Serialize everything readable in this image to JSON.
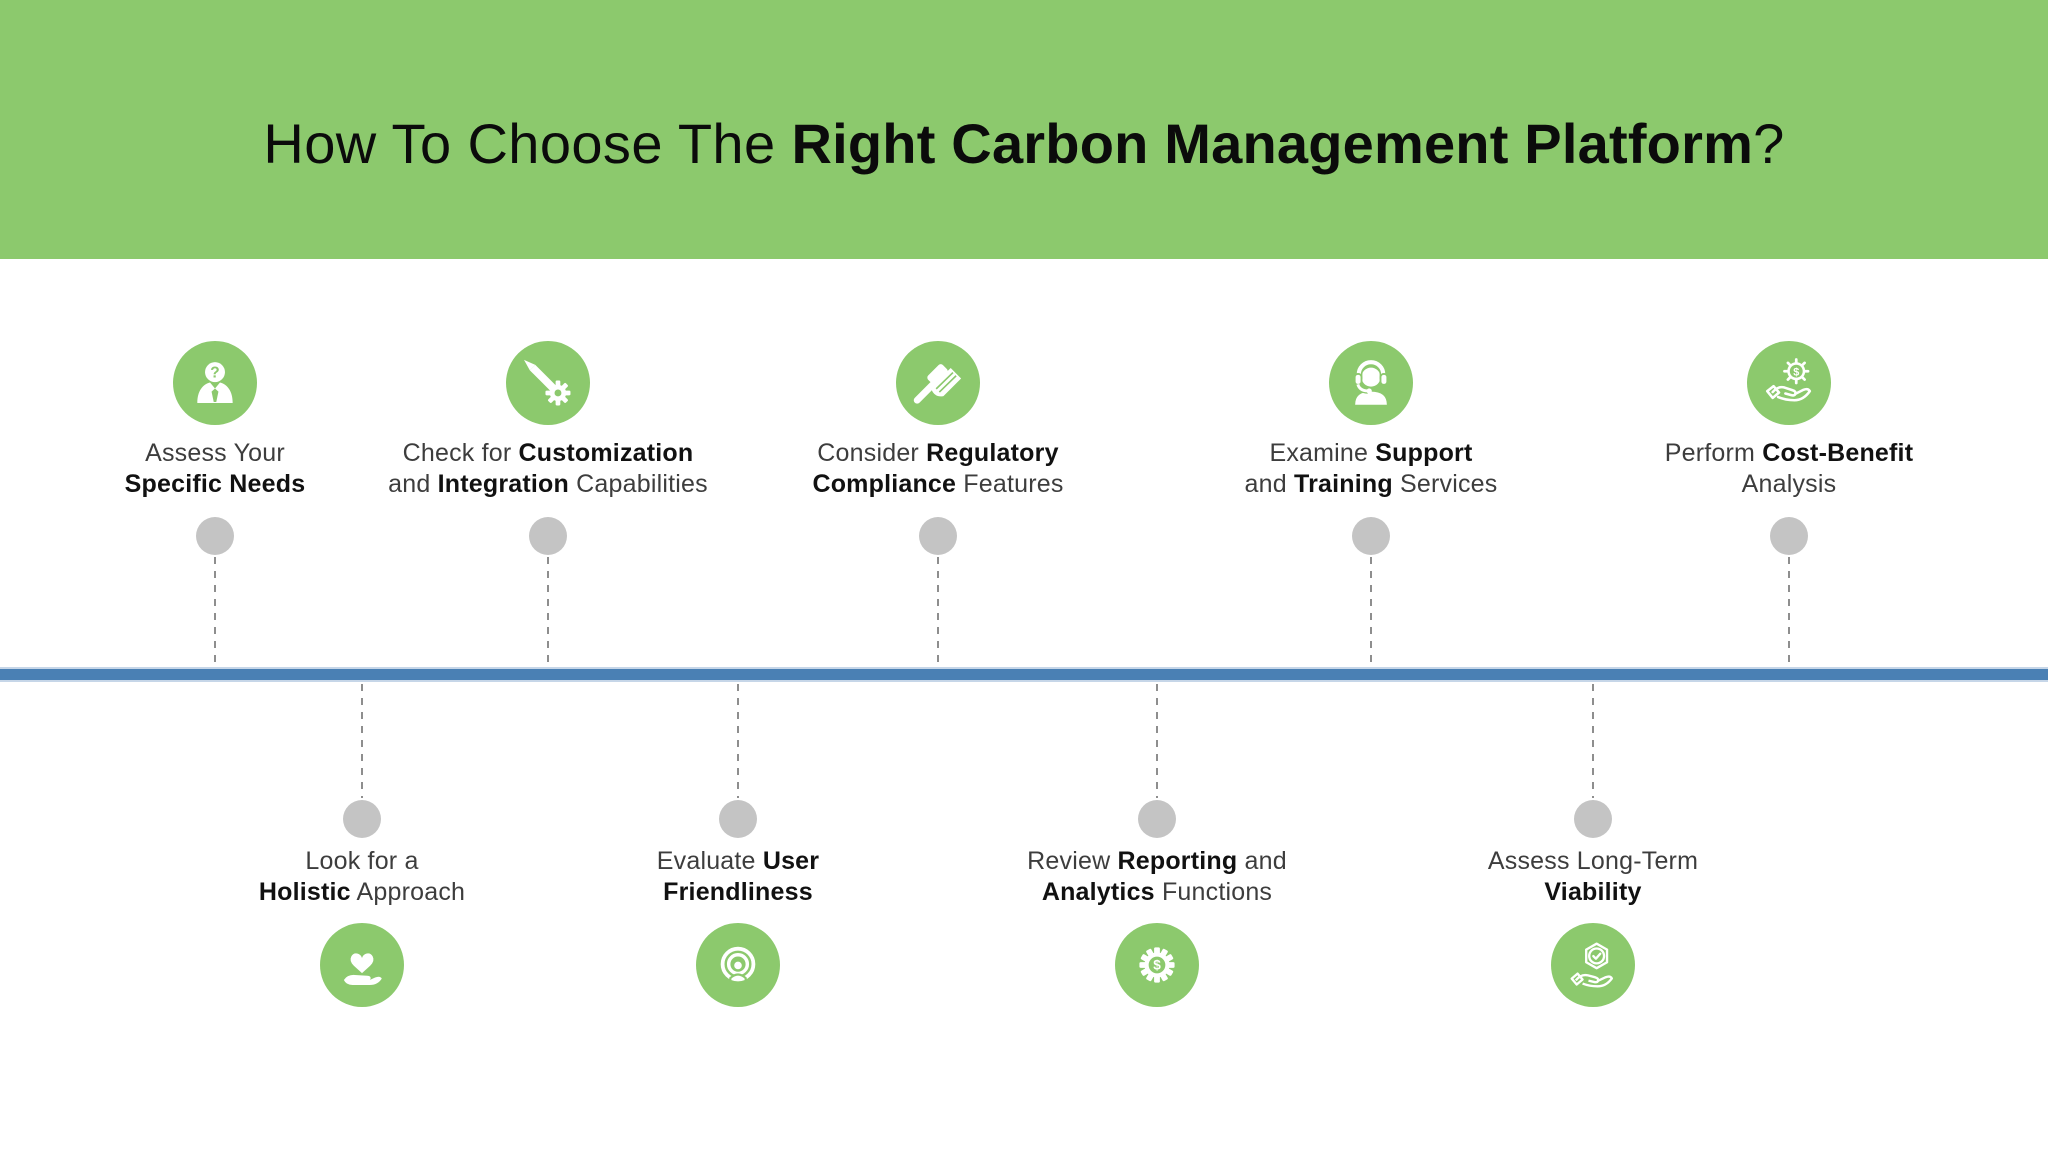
{
  "colors": {
    "banner_green": "#8CC96D",
    "icon_green": "#8CC96D",
    "timeline_blue": "#4A80B4",
    "timeline_blue_edge": "#C6D6E8",
    "dot_gray": "#C4C4C4",
    "dash_gray": "#8E8E8E",
    "text_regular": "#3D3D3D",
    "text_bold": "#111111",
    "title_black": "#0B0B0B",
    "background": "#FFFFFF"
  },
  "header": {
    "title_prefix": "How To Choose The ",
    "title_bold": "Right Carbon Management Platform",
    "title_suffix": "?"
  },
  "icons": {
    "question_glyph": "?",
    "dollar_glyph": "$"
  },
  "timeline": {
    "top_items": [
      {
        "icon": "person-question-icon",
        "line1": {
          "pre": "Assess Your",
          "strong": "",
          "post": ""
        },
        "line2": {
          "pre": "",
          "strong": "Specific Needs",
          "post": ""
        }
      },
      {
        "icon": "pencil-gear-icon",
        "line1": {
          "pre": "Check for ",
          "strong": "Customization",
          "post": ""
        },
        "line2": {
          "pre": "and ",
          "strong": "Integration",
          "post": " Capabilities"
        }
      },
      {
        "icon": "gavel-document-icon",
        "line1": {
          "pre": "Consider ",
          "strong": "Regulatory",
          "post": ""
        },
        "line2": {
          "pre": "",
          "strong": "Compliance",
          "post": " Features"
        }
      },
      {
        "icon": "support-headset-icon",
        "line1": {
          "pre": "Examine ",
          "strong": "Support",
          "post": ""
        },
        "line2": {
          "pre": "and ",
          "strong": "Training",
          "post": " Services"
        }
      },
      {
        "icon": "hand-gear-dollar-icon",
        "line1": {
          "pre": "Perform ",
          "strong": "Cost-Benefit",
          "post": ""
        },
        "line2": {
          "pre": "Analysis",
          "strong": "",
          "post": ""
        }
      }
    ],
    "bottom_items": [
      {
        "icon": "hand-heart-icon",
        "line1": {
          "pre": "Look for a",
          "strong": "",
          "post": ""
        },
        "line2": {
          "pre": "",
          "strong": "Holistic",
          "post": " Approach"
        }
      },
      {
        "icon": "user-target-icon",
        "line1": {
          "pre": "Evaluate ",
          "strong": "User",
          "post": ""
        },
        "line2": {
          "pre": "",
          "strong": "Friendliness",
          "post": ""
        }
      },
      {
        "icon": "gear-dollar-icon",
        "line1": {
          "pre": "Review ",
          "strong": "Reporting",
          "post": " and"
        },
        "line2": {
          "pre": "",
          "strong": "Analytics",
          "post": " Functions"
        }
      },
      {
        "icon": "hand-shield-check-icon",
        "line1": {
          "pre": "Assess Long-Term",
          "strong": "",
          "post": ""
        },
        "line2": {
          "pre": "",
          "strong": "Viability",
          "post": ""
        }
      }
    ]
  }
}
